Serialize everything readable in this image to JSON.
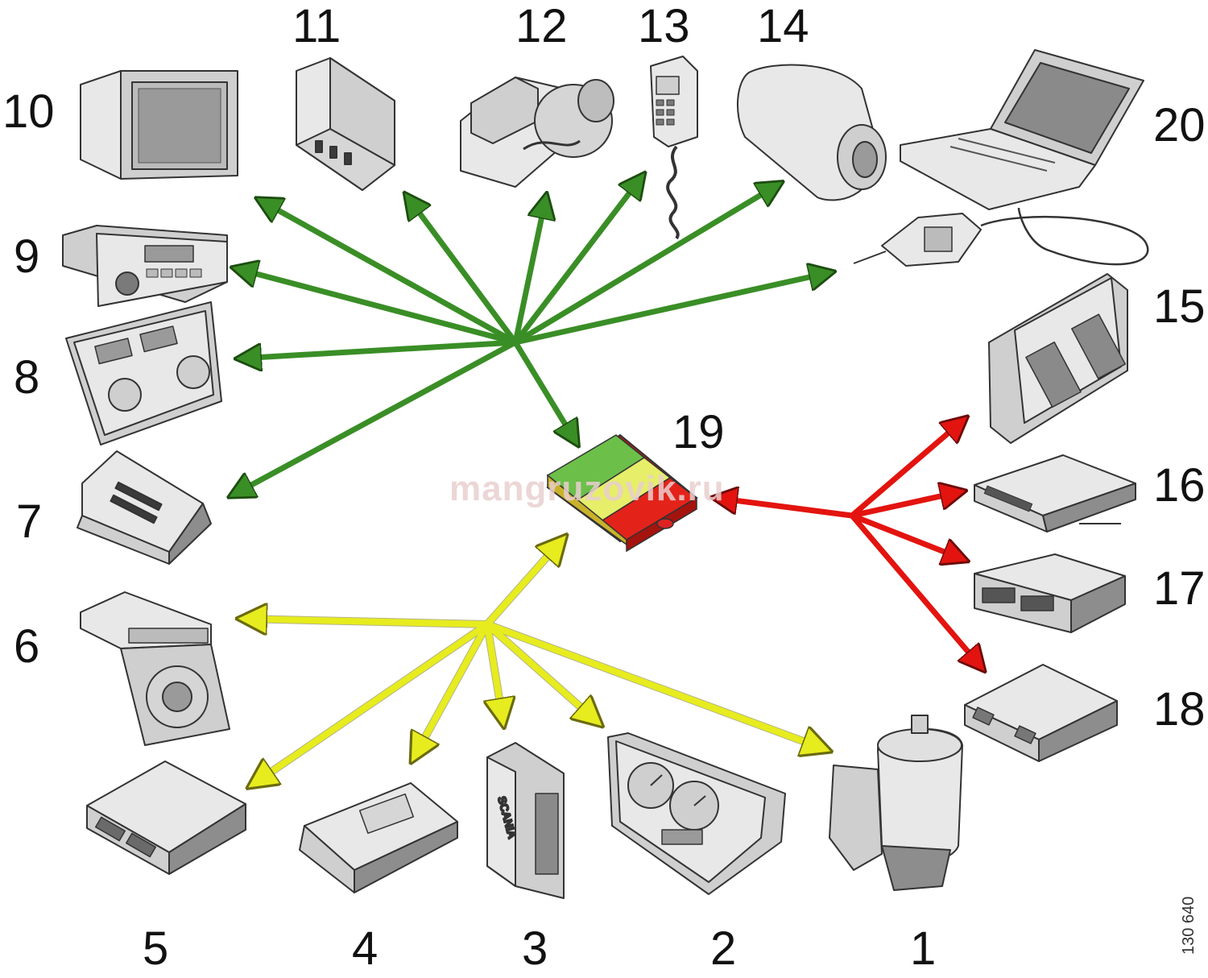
{
  "diagram": {
    "hub_label": "19",
    "watermark": "mangruzovik.ru",
    "reference": "130 640",
    "colors": {
      "green": "#3a8e26",
      "yellow": "#e7ec1e",
      "red": "#e3140f",
      "hub_green": "#6cc04a",
      "hub_yellow": "#e6ee6a",
      "hub_red": "#e3231a"
    },
    "devices": [
      {
        "label": "1",
        "icon": "air-dryer-valve-icon"
      },
      {
        "label": "2",
        "icon": "instrument-cluster-icon"
      },
      {
        "label": "3",
        "icon": "scania-control-unit-icon"
      },
      {
        "label": "4",
        "icon": "control-unit-flat-icon"
      },
      {
        "label": "5",
        "icon": "control-unit-box-icon"
      },
      {
        "label": "6",
        "icon": "tachograph-icon"
      },
      {
        "label": "7",
        "icon": "alarm-control-unit-icon"
      },
      {
        "label": "8",
        "icon": "climate-control-panel-icon"
      },
      {
        "label": "9",
        "icon": "radio-icon"
      },
      {
        "label": "10",
        "icon": "display-monitor-icon"
      },
      {
        "label": "11",
        "icon": "relay-unit-icon"
      },
      {
        "label": "12",
        "icon": "parking-heater-icon"
      },
      {
        "label": "13",
        "icon": "handset-remote-icon"
      },
      {
        "label": "14",
        "icon": "speaker-cylinder-icon"
      },
      {
        "label": "15",
        "icon": "engine-control-unit-icon"
      },
      {
        "label": "16",
        "icon": "control-unit-16-icon"
      },
      {
        "label": "17",
        "icon": "control-unit-17-icon"
      },
      {
        "label": "18",
        "icon": "control-unit-18-icon"
      },
      {
        "label": "20",
        "icon": "diagnostic-laptop-icon"
      }
    ]
  }
}
